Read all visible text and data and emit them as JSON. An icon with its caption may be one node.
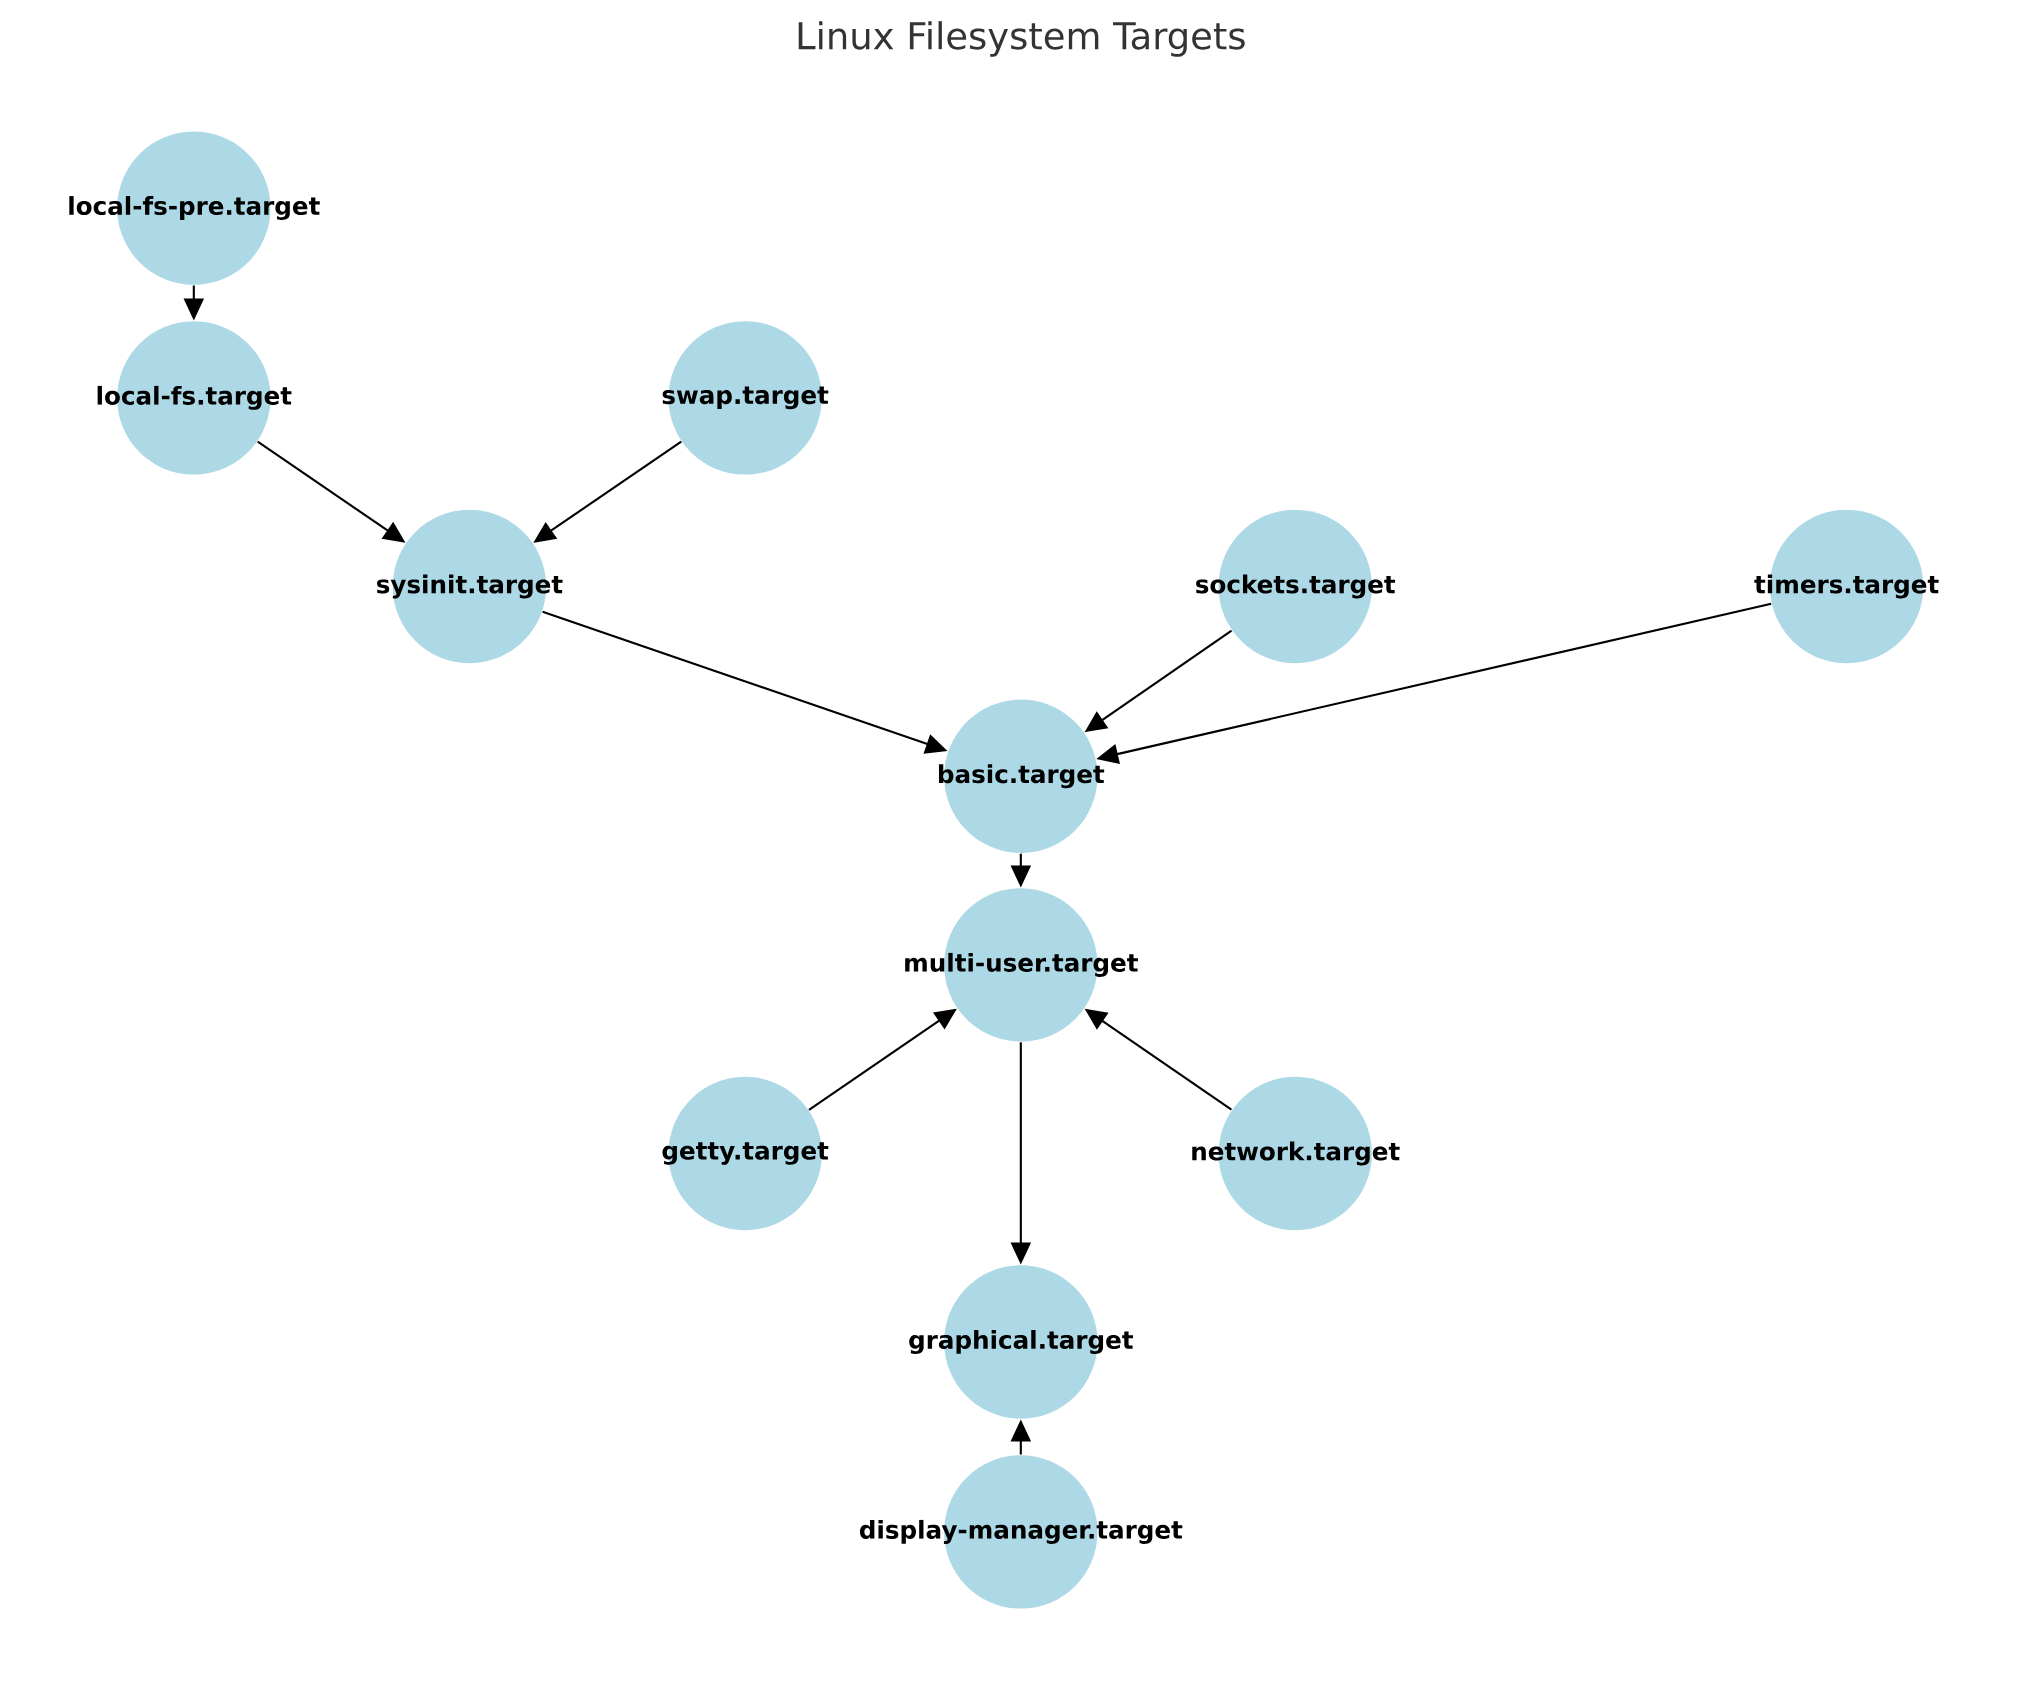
{
  "diagram": {
    "title": "Linux Filesystem Targets",
    "nodes": [
      {
        "text": [
          "local-fs-pre.target"
        ]
      },
      {
        "text": [
          "local-fs.target"
        ]
      },
      {
        "text": [
          "swap.target"
        ]
      },
      {
        "text": [
          "sysinit.target"
        ]
      },
      {
        "text": [
          "sockets.target"
        ]
      },
      {
        "text": [
          "timers.target"
        ]
      },
      {
        "text": [
          "basic.target"
        ]
      },
      {
        "text": [
          "multi-user.target"
        ]
      },
      {
        "text": [
          "getty.target"
        ]
      },
      {
        "text": [
          "network.target"
        ]
      },
      {
        "text": [
          "graphical.target"
        ]
      },
      {
        "text": [
          "display-manager.target"
        ]
      }
    ],
    "edges": [
      {
        "from": 0,
        "to": 1,
        "arrow": "to"
      },
      {
        "from": 1,
        "to": 3,
        "arrow": "to"
      },
      {
        "from": 2,
        "to": 3,
        "arrow": "to"
      },
      {
        "from": 3,
        "to": 6,
        "arrow": "to"
      },
      {
        "from": 4,
        "to": 6,
        "arrow": "to"
      },
      {
        "from": 5,
        "to": 6,
        "arrow": "to"
      },
      {
        "from": 6,
        "to": 7,
        "arrow": "to"
      },
      {
        "from": 8,
        "to": 7,
        "arrow": "to"
      },
      {
        "from": 9,
        "to": 7,
        "arrow": "to"
      },
      {
        "from": 7,
        "to": 10,
        "arrow": "to"
      },
      {
        "from": 11,
        "to": 10,
        "arrow": "to"
      }
    ]
  }
}
